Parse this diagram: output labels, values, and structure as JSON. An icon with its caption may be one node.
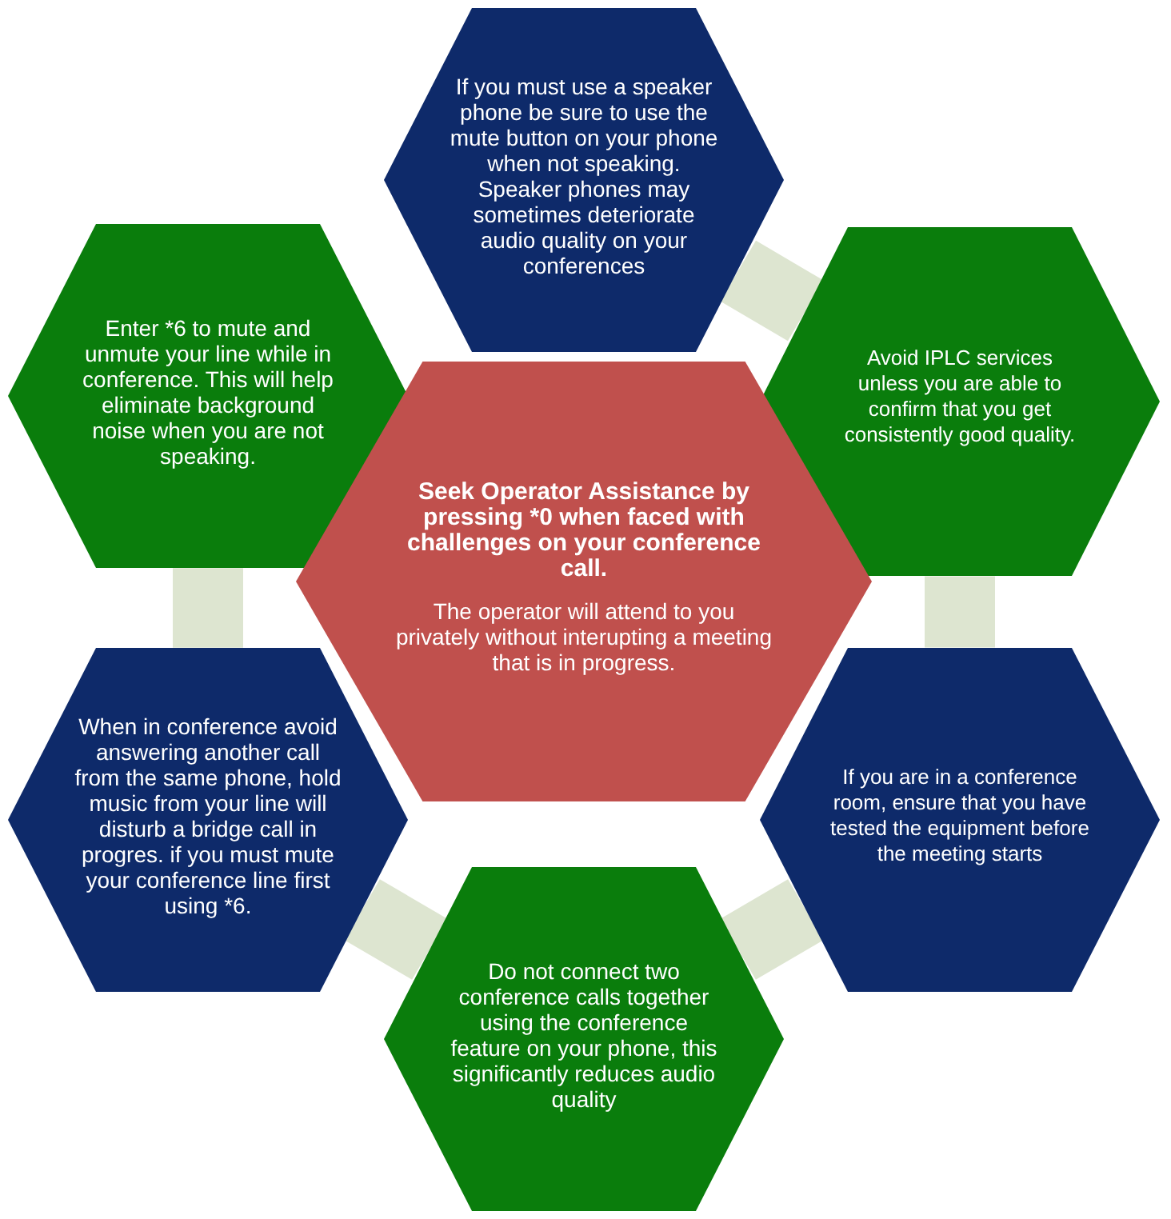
{
  "diagram": {
    "nodes": [
      {
        "text": [
          "If you must use a speaker phone be sure to use the mute button on your phone when not speaking. Speaker phones may sometimes deteriorate audio quality on your conferences"
        ]
      },
      {
        "text": [
          "Enter *6 to mute and unmute your line while in conference. This will help eliminate background noise when you are not speaking."
        ]
      },
      {
        "text": [
          "Avoid IPLC services unless you are able to confirm that you get consistently good quality."
        ]
      },
      {
        "text": [
          "Seek Operator Assistance by pressing *0 when faced with challenges on your conference call.",
          "The operator will attend to you privately without interupting a meeting that is in progress."
        ]
      },
      {
        "text": [
          "When in conference avoid answering another call from the same phone, hold music from your line will disturb a bridge call in progres. if you must mute your conference line first using *6."
        ]
      },
      {
        "text": [
          "If you are in a conference room, ensure that you have tested the equipment before the meeting starts"
        ]
      },
      {
        "text": [
          "Do not connect two conference calls together using the conference feature on your phone, this significantly reduces audio quality"
        ]
      }
    ],
    "edges": [
      {
        "from": 0,
        "to": 2,
        "arrow": "none"
      },
      {
        "from": 2,
        "to": 5,
        "arrow": "none"
      },
      {
        "from": 5,
        "to": 6,
        "arrow": "none"
      },
      {
        "from": 6,
        "to": 4,
        "arrow": "none"
      },
      {
        "from": 4,
        "to": 1,
        "arrow": "none"
      }
    ]
  }
}
